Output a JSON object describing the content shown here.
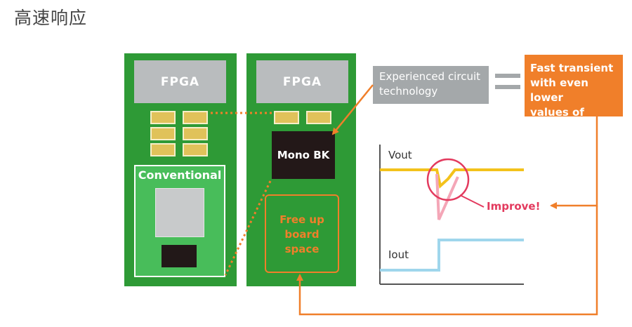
{
  "page": {
    "title": "高速响应"
  },
  "boards": {
    "left": {
      "fpga_label": "FPGA",
      "module_label": "Conventional"
    },
    "right": {
      "fpga_label": "FPGA",
      "ic_label": "Mono BK",
      "space_label_lines": [
        "Free up",
        "board",
        "space"
      ]
    }
  },
  "callouts": {
    "experience_lines": [
      "Experienced circuit",
      "technology"
    ],
    "result_lines": [
      "Fast transient",
      "with even lower",
      "values of MLCC"
    ]
  },
  "graph": {
    "vout_label": "Vout",
    "iout_label": "Iout",
    "improve_label": "Improve!"
  },
  "colors": {
    "board_green": "#2e9a36",
    "accent_orange": "#f07f2a",
    "vout_yellow": "#f3c21b",
    "iout_blue": "#9fd6ec",
    "improve_red": "#e33a5e",
    "gray_box": "#a4a8aa"
  }
}
